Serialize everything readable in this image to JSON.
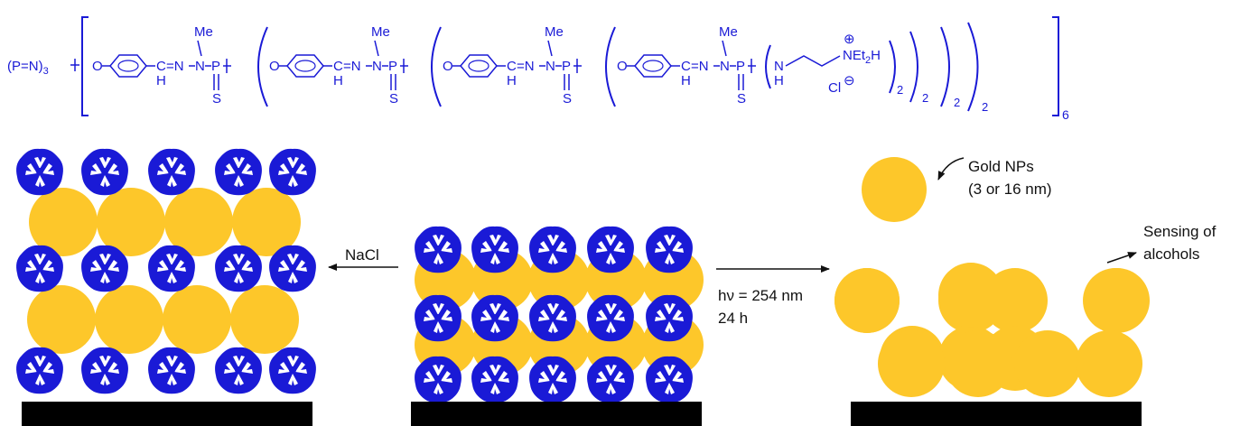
{
  "colors": {
    "dendrimer": "#1a1ad6",
    "gold": "#fdc72a",
    "substrate": "#000000",
    "bond": "#1a1ad6",
    "label": "#111111"
  },
  "formula": {
    "core": "(P=N)",
    "core_subscript": "3",
    "oxygen": "O",
    "imine_c": "C",
    "imine_eq": "=N",
    "imine_n": "N",
    "imine_h": "H",
    "methyl": "Me",
    "phosphorus": "P",
    "sulfur": "S",
    "amine_n": "N",
    "amine_h": "H",
    "ammonium": "NEt",
    "ammonium_sub": "2",
    "ammonium_h": "H",
    "plus": "⊕",
    "chloride": "Cl",
    "minus": "⊖",
    "repeat_subscript": "2",
    "generation_subscript": "6"
  },
  "labels": {
    "salt": "NaCl",
    "light_line1": "hν = 254 nm",
    "light_line2": "24 h",
    "gold_line1": "Gold NPs",
    "gold_line2": "(3 or 16 nm)",
    "sensing_line1": "Sensing of",
    "sensing_line2": "alcohols"
  },
  "icons": {
    "dendrimer": "dendrimer-icon",
    "gold": "gold-nanoparticle",
    "arrow": "arrow-icon"
  }
}
